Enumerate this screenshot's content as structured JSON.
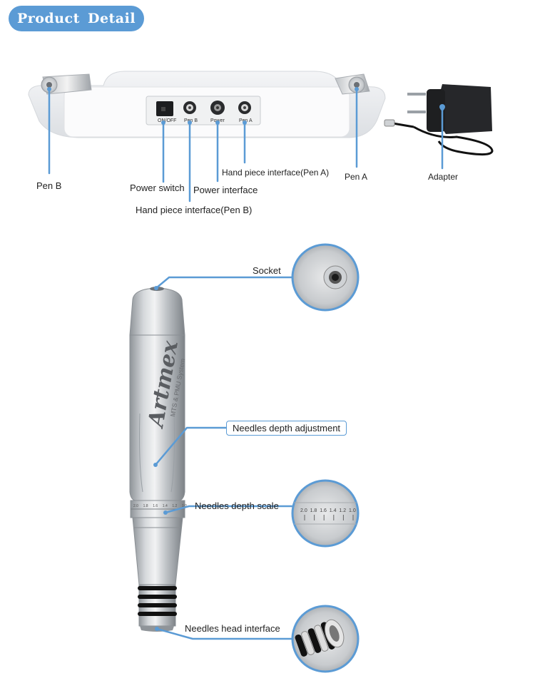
{
  "header": {
    "title": "Product  Detail"
  },
  "device": {
    "panel_labels": {
      "on_off": "ON/OFF",
      "pen_b": "Pen B",
      "power": "Power",
      "pen_a": "Pen A"
    },
    "callouts": {
      "pen_b": "Pen B",
      "power_switch": "Power switch",
      "hand_piece_b": "Hand piece interface(Pen B)",
      "power_interface": "Power interface",
      "hand_piece_a": "Hand piece interface(Pen A)",
      "pen_a": "Pen A",
      "adapter": "Adapter"
    }
  },
  "pen": {
    "brand": "Artmex",
    "subtitle": "MTS & PMU System",
    "callouts": {
      "socket": "Socket",
      "needles_depth_adjustment": "Needles depth adjustment",
      "needles_depth_scale": "Needles depth scale",
      "needles_head_interface": "Needles head interface"
    },
    "scale_ticks": [
      "2.0",
      "1.8",
      "1.6",
      "1.4",
      "1.2",
      "1.0"
    ]
  },
  "colors": {
    "accent": "#5b9bd5",
    "leader": "#5b9bd5"
  }
}
